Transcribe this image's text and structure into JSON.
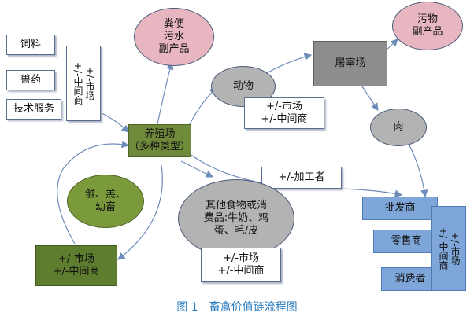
{
  "nodes": {
    "feed": "饲料",
    "vet_drugs": "兽药",
    "tech_service": "技术服务",
    "inputs_trader": "+/-市场\n+/-中间商",
    "manure": "粪便\n污水\n副产品",
    "farm": "养殖场\n（多种类型）",
    "animals": "动物",
    "animals_trader": "+/-市场\n+/-中间商",
    "slaughterhouse": "屠宰场",
    "slaughter_byproduct": "污物\n副产品",
    "meat": "肉",
    "young_stock": "雏、羔、\n幼畜",
    "processor": "+/-加工者",
    "other_products": "其他食物或消\n费品:牛奶、鸡\n蛋、毛/皮",
    "other_trader": "+/-市场\n+/-中间商",
    "young_trader": "+/-市场\n+/-中间商",
    "wholesaler": "批发商",
    "retailer": "零售商",
    "consumer": "消费者",
    "retail_trader": "+/-市场\n+/-中间商"
  },
  "caption": "图 1　畜禽价值链流程图",
  "colors": {
    "arrow": "#6d8cb8",
    "caption": "#2f7fc1"
  }
}
